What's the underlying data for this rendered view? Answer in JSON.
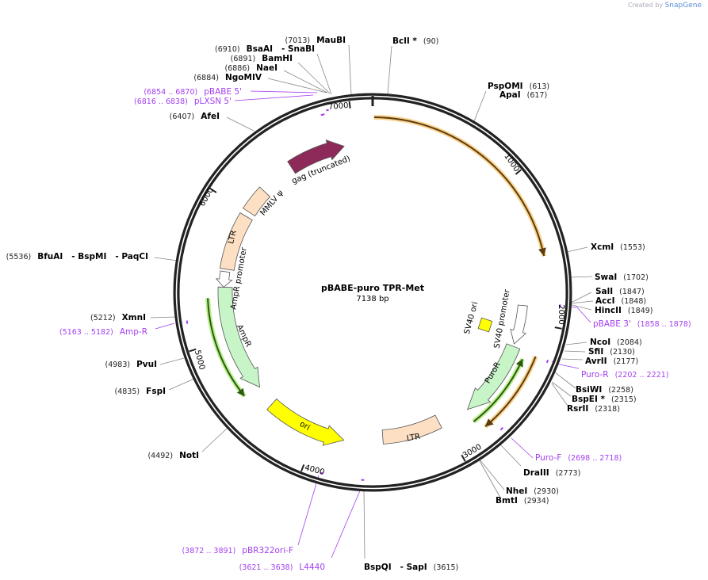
{
  "credit": {
    "prefix": "Created by",
    "brand": "SnapGene"
  },
  "plasmid": {
    "name": "pBABE-puro TPR-Met",
    "length": "7138 bp"
  },
  "ticks": [
    "1000",
    "2000",
    "3000",
    "4000",
    "5000",
    "6000",
    "7000"
  ],
  "sites": [
    {
      "name": "MauBI",
      "pos": "(7013)"
    },
    {
      "name": "BsaAI   - SnaBI",
      "pos": "(6910)"
    },
    {
      "name": "BamHI",
      "pos": "(6891)"
    },
    {
      "name": "NaeI",
      "pos": "(6886)"
    },
    {
      "name": "NgoMIV",
      "pos": "(6884)"
    },
    {
      "name": "AfeI",
      "pos": "(6407)"
    },
    {
      "name": "BfuAI   - BspMI   - PaqCI",
      "pos": "(5536)"
    },
    {
      "name": "XmnI",
      "pos": "(5212)"
    },
    {
      "name": "PvuI",
      "pos": "(4983)"
    },
    {
      "name": "FspI",
      "pos": "(4835)"
    },
    {
      "name": "NotI",
      "pos": "(4492)"
    },
    {
      "name": "BclI *",
      "pos": "(90)"
    },
    {
      "name": "PspOMI",
      "pos": "(613)"
    },
    {
      "name": "ApaI",
      "pos": "(617)"
    },
    {
      "name": "XcmI",
      "pos": "(1553)"
    },
    {
      "name": "SwaI",
      "pos": "(1702)"
    },
    {
      "name": "SalI",
      "pos": "(1847)"
    },
    {
      "name": "AccI",
      "pos": "(1848)"
    },
    {
      "name": "HincII",
      "pos": "(1849)"
    },
    {
      "name": "NcoI",
      "pos": "(2084)"
    },
    {
      "name": "SfiI",
      "pos": "(2130)"
    },
    {
      "name": "AvrII",
      "pos": "(2177)"
    },
    {
      "name": "BsiWI",
      "pos": "(2258)"
    },
    {
      "name": "BspEI *",
      "pos": "(2315)"
    },
    {
      "name": "RsrII",
      "pos": "(2318)"
    },
    {
      "name": "DraIII",
      "pos": "(2773)"
    },
    {
      "name": "NheI",
      "pos": "(2930)"
    },
    {
      "name": "BmtI",
      "pos": "(2934)"
    },
    {
      "name": "BspQI   - SapI",
      "pos": "(3615)"
    }
  ],
  "primers": [
    {
      "name": "pBABE 5'",
      "range": "(6854 .. 6870)"
    },
    {
      "name": "pLXSN 5'",
      "range": "(6816 .. 6838)"
    },
    {
      "name": "Amp-R",
      "range": "(5163 .. 5182)"
    },
    {
      "name": "pBR322ori-F",
      "range": "(3872 .. 3891)"
    },
    {
      "name": "L4440",
      "range": "(3621 .. 3638)"
    },
    {
      "name": "pBABE 3'",
      "range": "(1858 .. 1878)"
    },
    {
      "name": "Puro-R",
      "range": "(2202 .. 2221)"
    },
    {
      "name": "Puro-F",
      "range": "(2698 .. 2718)"
    }
  ],
  "features": {
    "gag": "gag (truncated)",
    "mmlv": "MMLV ψ",
    "ltr_left": "LTR",
    "ampr_promoter": "AmpR promoter",
    "ampr": "AmpR",
    "ori": "ori",
    "ltr_bottom": "LTR",
    "puror": "PuroR",
    "sv40_promoter": "SV40 promoter",
    "sv40_ori": "SV40 ori"
  },
  "colors": {
    "backbone": "#222222",
    "primer": "#a33ff0",
    "gag": "#8e2a5a",
    "ltr": "#fde0c4",
    "ampr": "#c8f5c8",
    "ori": "#ffff00",
    "orange_halo": "#fbd28c",
    "green_halo": "#b8f08c"
  }
}
